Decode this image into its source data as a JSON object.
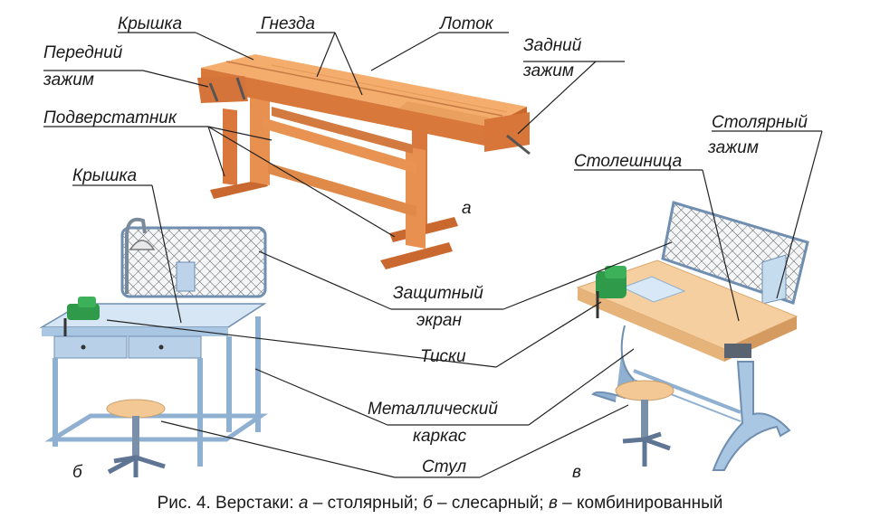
{
  "labels": {
    "kryshka_a": "Крышка",
    "gnezda": "Гнезда",
    "lotok": "Лоток",
    "peredniy_1": "Передний",
    "peredniy_2": "зажим",
    "zadniy_1": "Задний",
    "zadniy_2": "зажим",
    "podverstatnik": "Подверстатник",
    "letter_a": "а",
    "kryshka_b": "Крышка",
    "stolyarny_1": "Столярный",
    "stolyarny_2": "зажим",
    "stoleshnitsa": "Столешница",
    "screen_1": "Защитный",
    "screen_2": "экран",
    "tiski": "Тиски",
    "karkas_1": "Металлический",
    "karkas_2": "каркас",
    "stul": "Стул",
    "letter_b": "б",
    "letter_v": "в"
  },
  "caption": {
    "prefix": "Рис. 4. Верстаки: ",
    "a_letter": "а",
    "a_text": " – столярный; ",
    "b_letter": "б",
    "b_text": " – слесарный; ",
    "v_letter": "в",
    "v_text": " – комбинированный"
  },
  "colors": {
    "wood_light": "#f2a766",
    "wood_mid": "#e2874a",
    "wood_dark": "#b85a26",
    "metal_light": "#cfe2f2",
    "metal_mid": "#a9c6e2",
    "metal_dark": "#6f8eb0",
    "vise_green": "#2f9a4a",
    "top_beige": "#f6cfa0",
    "seat_beige": "#f3c894"
  }
}
